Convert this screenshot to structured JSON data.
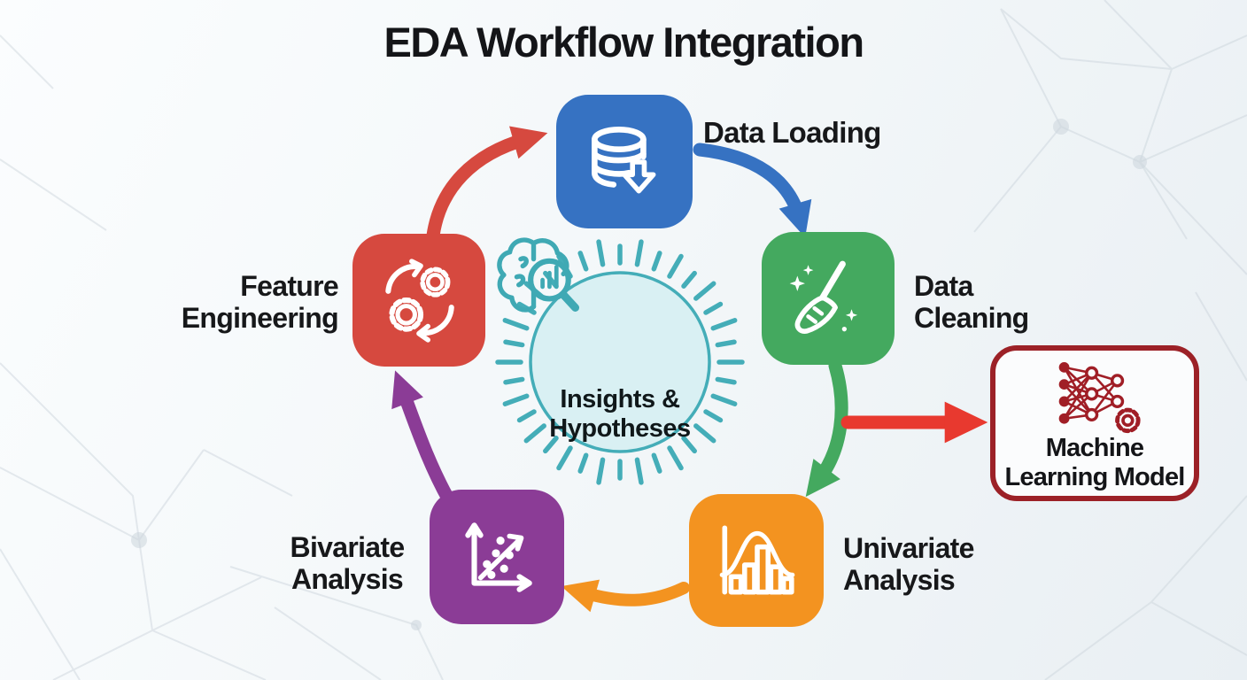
{
  "title": "EDA Workflow Integration",
  "center": {
    "line1": "Insights &",
    "line2": "Hypotheses",
    "fill": "#d9f0f3",
    "stroke": "#44adb8",
    "icon_color": "#3fa9b4",
    "icon": "brain-magnifier-icon"
  },
  "nodes": [
    {
      "id": "data-loading",
      "label": "Data Loading",
      "color": "#3672c2",
      "icon": "database-download-icon"
    },
    {
      "id": "data-cleaning",
      "line1": "Data",
      "line2": "Cleaning",
      "color": "#44a95f",
      "icon": "broom-icon"
    },
    {
      "id": "univariate-analysis",
      "line1": "Univariate",
      "line2": "Analysis",
      "color": "#f39320",
      "icon": "histogram-icon"
    },
    {
      "id": "bivariate-analysis",
      "line1": "Bivariate",
      "line2": "Analysis",
      "color": "#8b3c96",
      "icon": "scatter-plot-icon"
    },
    {
      "id": "feature-engineering",
      "line1": "Feature",
      "line2": "Engineering",
      "color": "#d6493f",
      "icon": "gears-cycle-icon"
    }
  ],
  "ml_box": {
    "line1": "Machine",
    "line2": "Learning Model",
    "border_color": "#9c2127",
    "icon_color": "#a01e26",
    "icon": "neural-network-gear-icon"
  },
  "arrows": {
    "feature_to_loading": "#d6493f",
    "loading_to_cleaning": "#3672c2",
    "cleaning_to_univariate": "#44a95f",
    "univariate_to_bivariate": "#f39320",
    "bivariate_to_feature": "#8b3c96",
    "to_model": "#e8392f"
  }
}
